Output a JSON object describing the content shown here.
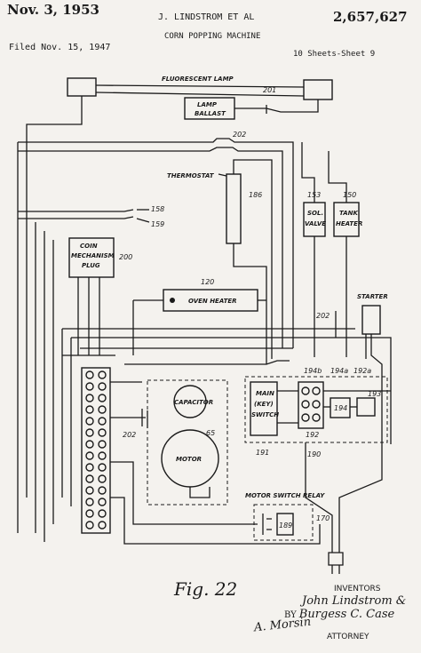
{
  "header": {
    "date": "Nov. 3, 1953",
    "inventors_short": "J. LINDSTROM ET AL",
    "patent_number": "2,657,627",
    "title": "CORN POPPING MACHINE",
    "filed": "Filed Nov. 15, 1947",
    "sheets": "10 Sheets-Sheet 9"
  },
  "labels": {
    "fluorescent_lamp": "FLUORESCENT LAMP",
    "lamp_ballast_1": "LAMP",
    "lamp_ballast_2": "BALLAST",
    "thermostat": "THERMOSTAT",
    "sol_valve_1": "SOL.",
    "sol_valve_2": "VALVE",
    "tank_heater_1": "TANK",
    "tank_heater_2": "HEATER",
    "coin_1": "COIN",
    "coin_2": "MECHANISM",
    "coin_3": "PLUG",
    "oven_heater": "OVEN HEATER",
    "starter": "STARTER",
    "capacitor": "CAPACITOR",
    "motor": "MOTOR",
    "main_switch_1": "MAIN",
    "main_switch_2": "(KEY)",
    "main_switch_3": "SWITCH",
    "motor_switch_relay": "MOTOR SWITCH RELAY"
  },
  "refs": {
    "r201": "201",
    "r202a": "202",
    "r202b": "202",
    "r202c": "202",
    "r186": "186",
    "r158": "158",
    "r159": "159",
    "r153": "153",
    "r150": "150",
    "r200": "200",
    "r120": "120",
    "r65": "65",
    "r194b": "194b",
    "r194a": "194a",
    "r192a": "192a",
    "r193": "193",
    "r194": "194",
    "r191": "191",
    "r192": "192",
    "r190": "190",
    "r170": "170",
    "r189": "189"
  },
  "footer": {
    "figure": "Fig. 22",
    "inventors_label": "INVENTORS",
    "inventor_1": "John Lindstrom &",
    "by": "BY",
    "inventor_2": "Burgess C. Case",
    "signature": "A. Morsin",
    "attorney": "ATTORNEY"
  }
}
